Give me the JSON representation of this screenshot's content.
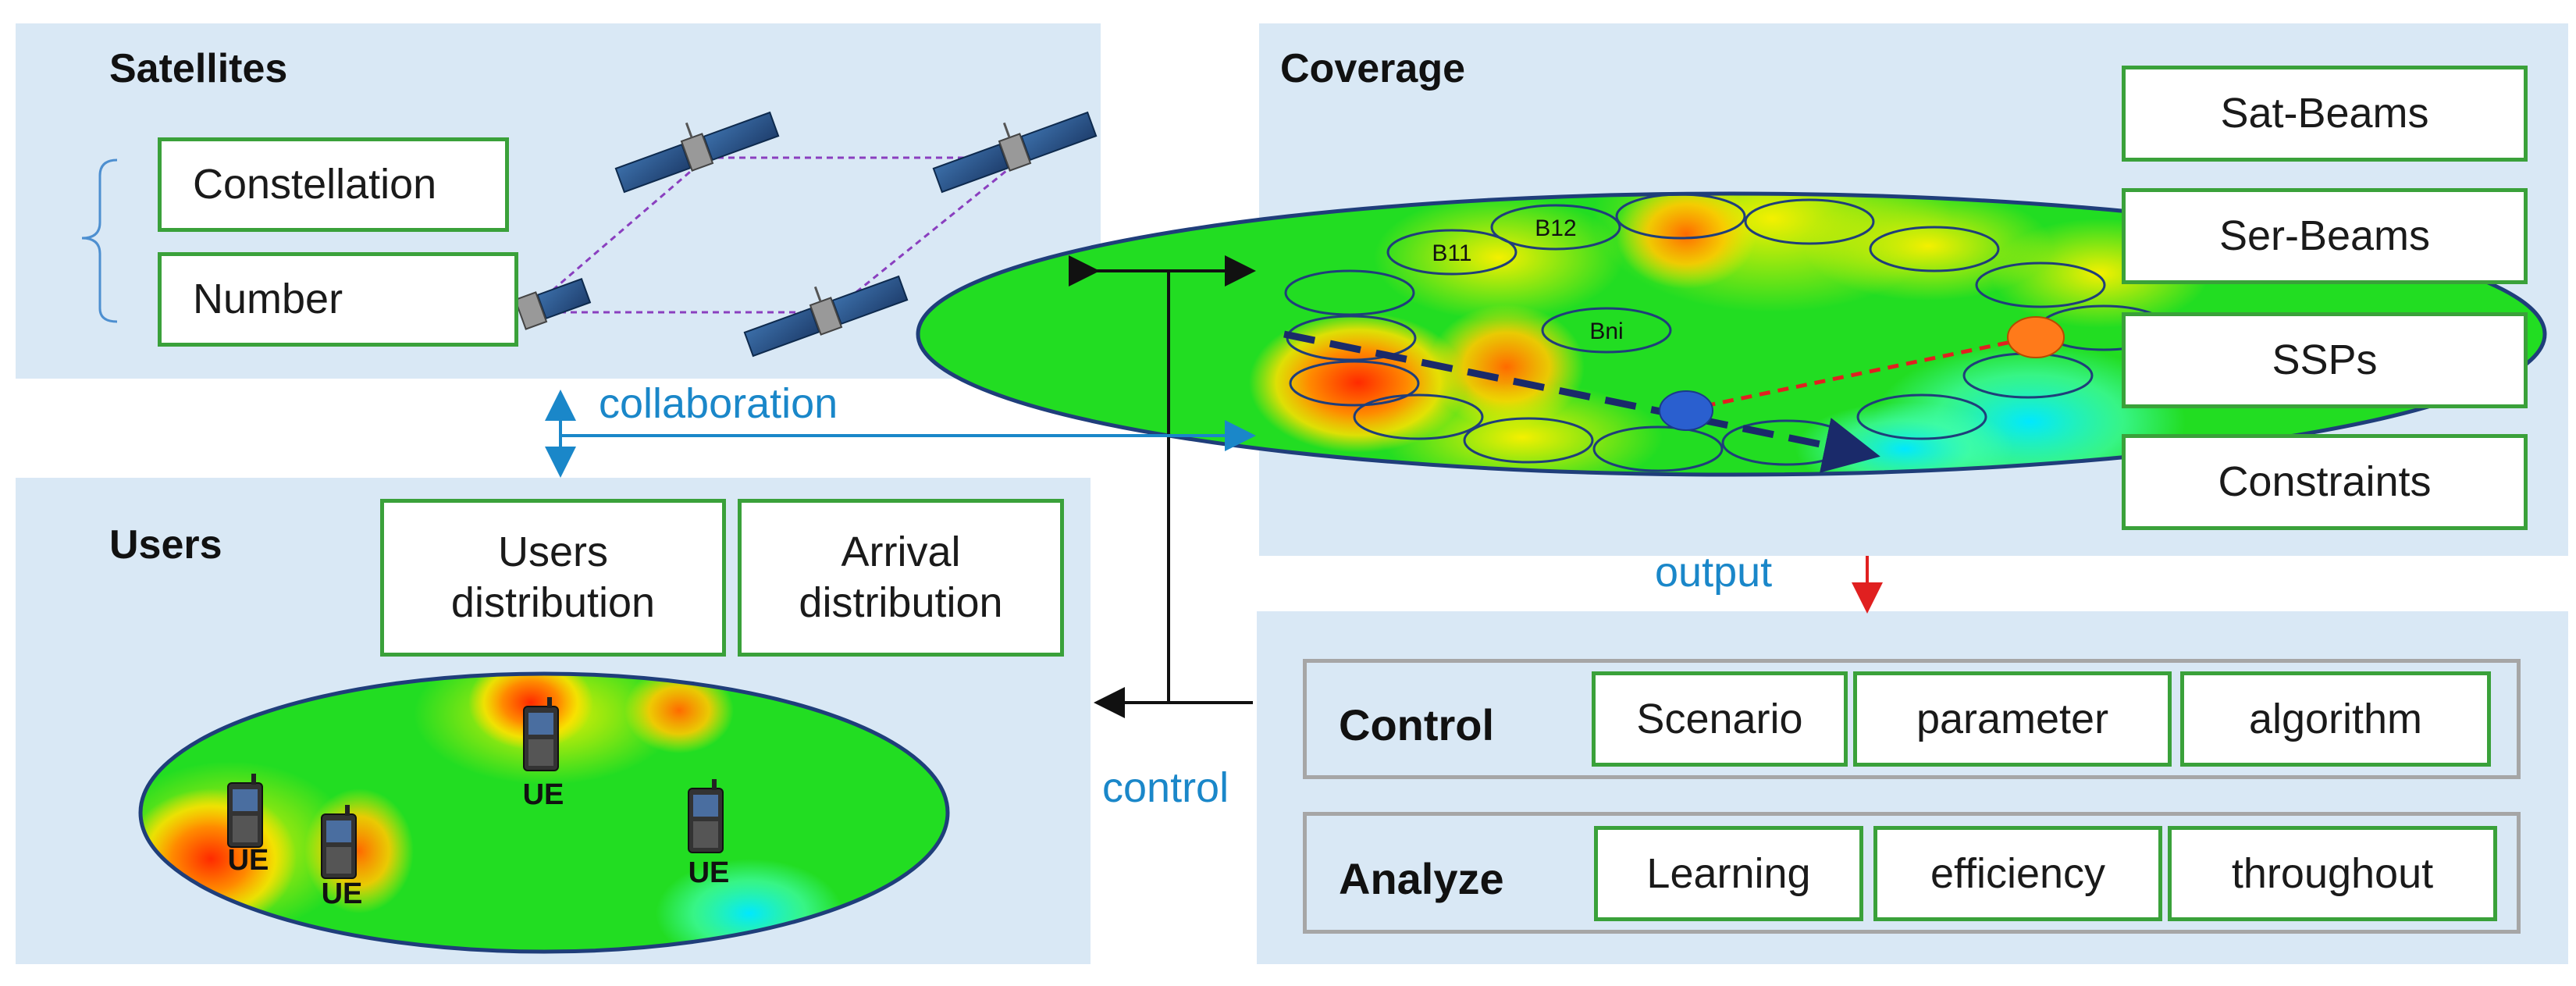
{
  "satellites": {
    "title": "Satellites",
    "items": [
      "Constellation",
      "Number"
    ]
  },
  "coverage": {
    "title": "Coverage",
    "items": [
      "Sat-Beams",
      "Ser-Beams",
      "SSPs",
      "Constraints"
    ],
    "beams": [
      "B11",
      "B12",
      "Bni"
    ]
  },
  "users": {
    "title": "Users",
    "boxes": [
      "Users distribution",
      "Arrival distribution"
    ],
    "ue_label": "UE"
  },
  "control_row": {
    "label": "Control",
    "items": [
      "Scenario",
      "parameter",
      "algorithm"
    ]
  },
  "analyze_row": {
    "label": "Analyze",
    "items": [
      "Learning",
      "efficiency",
      "throughout"
    ]
  },
  "links": {
    "collaboration": "collaboration",
    "output": "output",
    "control": "control"
  },
  "colors": {
    "panel": "#d9e8f5",
    "box_border": "#3aa13a",
    "blue_arrow": "#1a87c9",
    "red_arrow": "#e02020"
  }
}
